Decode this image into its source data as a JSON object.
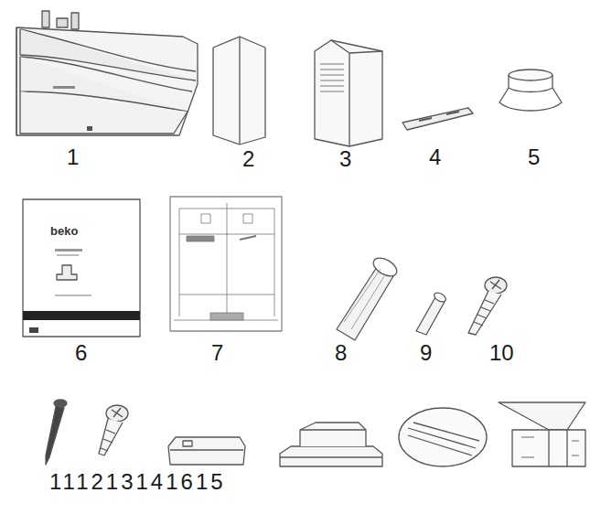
{
  "diagram": {
    "labels": [
      "1",
      "2",
      "3",
      "4",
      "5",
      "6",
      "7",
      "8",
      "9",
      "10",
      "111213141615",
      "beko"
    ]
  }
}
